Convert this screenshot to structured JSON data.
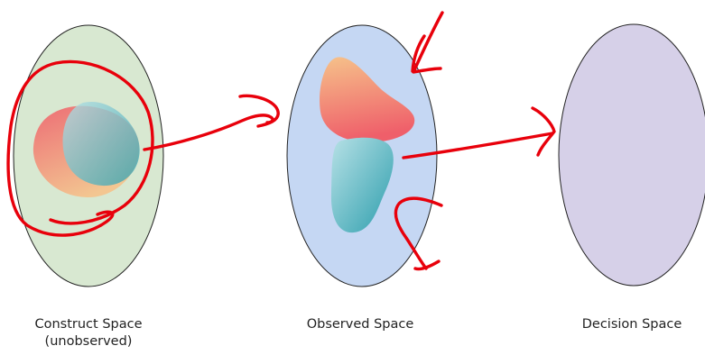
{
  "spaces": [
    {
      "label": "Construct Space",
      "sublabel": "(unobserved)",
      "fill": "#d8e8d1"
    },
    {
      "label": "Observed Space",
      "sublabel": "",
      "fill": "#c5d7f3"
    },
    {
      "label": "Decision Space",
      "sublabel": "",
      "fill": "#d6d0e8"
    }
  ],
  "colors": {
    "ellipse_stroke": "#222222",
    "blob_warm_start": "#f6c28a",
    "blob_warm_end": "#ef5f6a",
    "blob_cool_start": "#b7e1e6",
    "blob_cool_end": "#2d9ead",
    "annotation_ink": "#e8000b"
  }
}
